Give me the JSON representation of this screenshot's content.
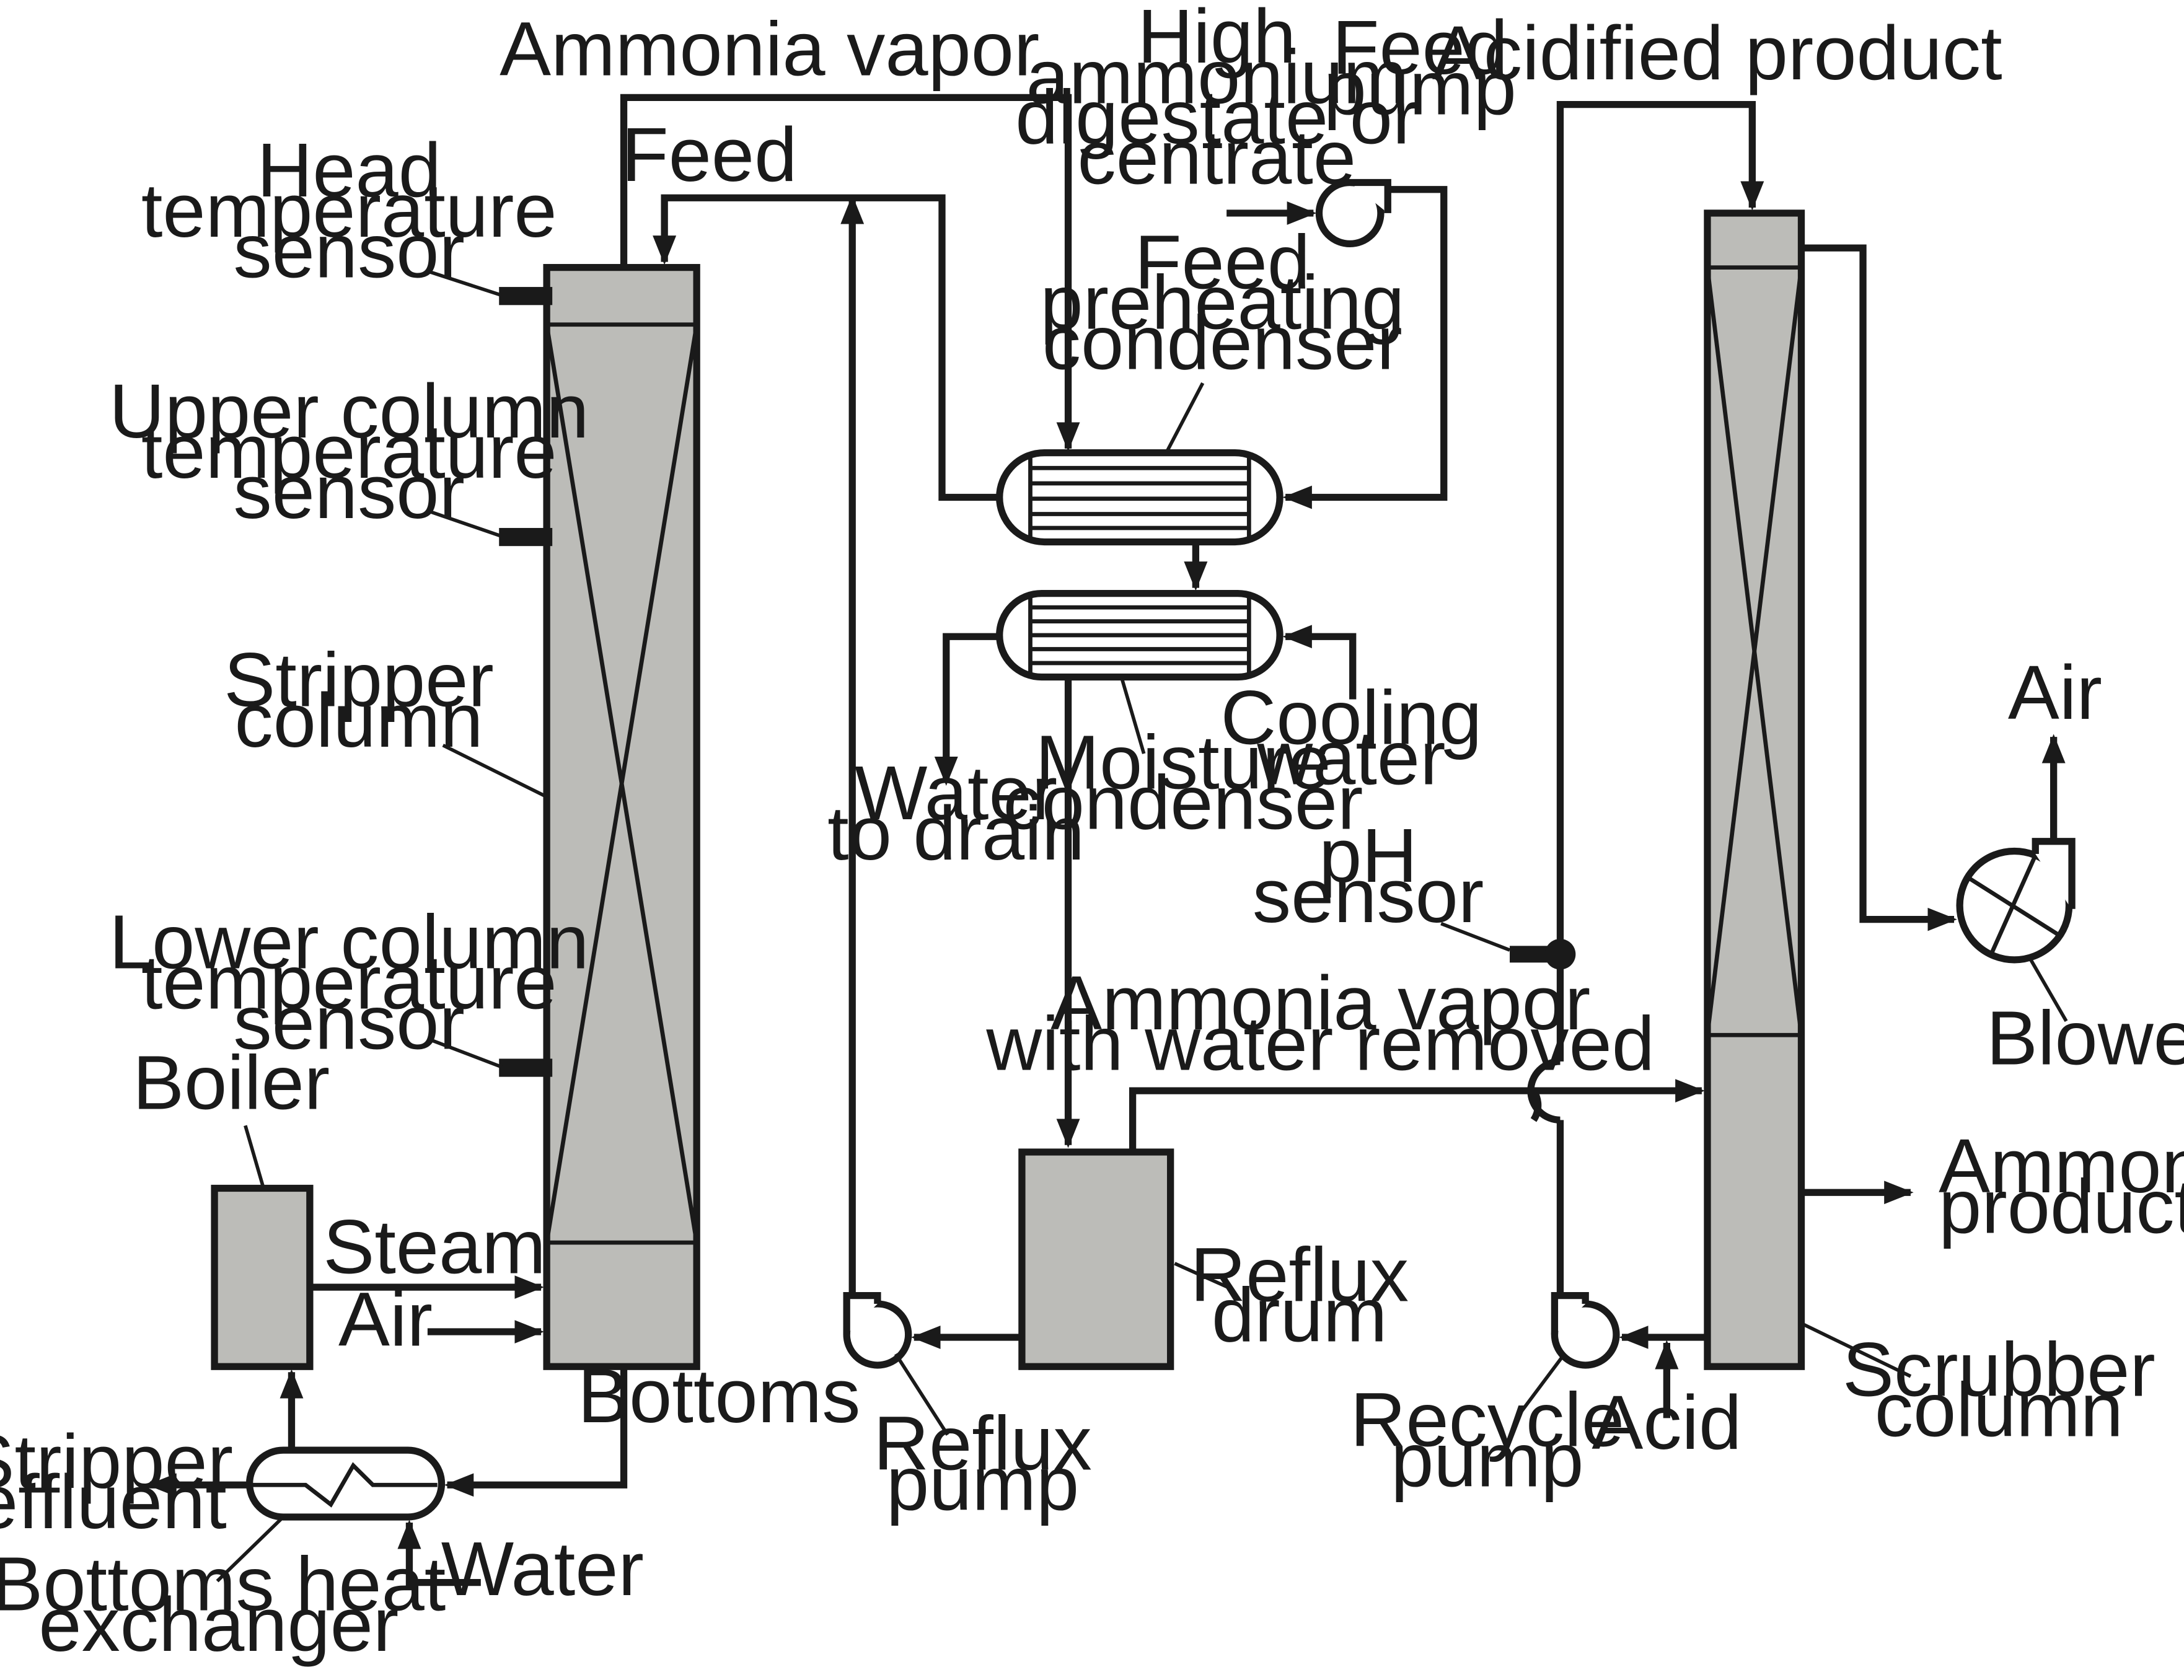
{
  "labels": {
    "head_temp_sensor": [
      "Head",
      "temperature",
      "sensor"
    ],
    "upper_temp_sensor": [
      "Upper column",
      "temperature",
      "sensor"
    ],
    "stripper_column": [
      "Stripper",
      "column"
    ],
    "lower_temp_sensor": [
      "Lower column",
      "temperature",
      "sensor"
    ],
    "boiler": [
      "Boiler"
    ],
    "steam": [
      "Steam"
    ],
    "air_in": [
      "Air"
    ],
    "bottoms": [
      "Bottoms"
    ],
    "stripper_effluent": [
      "Stripper",
      "effluent"
    ],
    "bottoms_heat_exchanger": [
      "Bottoms heat",
      "exchanger"
    ],
    "water": [
      "Water"
    ],
    "ammonia_vapor": [
      "Ammonia vapor"
    ],
    "feed": [
      "Feed"
    ],
    "high_ammonium": [
      "High",
      "ammonium",
      "digestate or",
      "centrate"
    ],
    "feed_pump": [
      "Feed",
      "pump"
    ],
    "feed_preheating_condenser": [
      "Feed",
      "preheating",
      "condenser"
    ],
    "cooling_water": [
      "Cooling",
      "water"
    ],
    "moisture_condenser": [
      "Moisture",
      "condenser"
    ],
    "water_to_drain": [
      "Water",
      "to drain"
    ],
    "ammonia_vapor_water_removed": [
      "Ammonia vapor",
      "with water removed"
    ],
    "reflux_drum": [
      "Reflux",
      "drum"
    ],
    "reflux_pump": [
      "Reflux",
      "pump"
    ],
    "acidified_product": [
      "Acidified product"
    ],
    "ph_sensor": [
      "pH",
      "sensor"
    ],
    "air_out": [
      "Air"
    ],
    "blower": [
      "Blower"
    ],
    "ammonium_product": [
      "Ammonium",
      "product"
    ],
    "scrubber_column": [
      "Scrubber",
      "column"
    ],
    "recycle_pump": [
      "Recycle",
      "pump"
    ],
    "acid": [
      "Acid"
    ]
  },
  "colors": {
    "vessel_fill": "#bcbcb8",
    "line": "#1a1a1a",
    "background": "#ffffff"
  }
}
